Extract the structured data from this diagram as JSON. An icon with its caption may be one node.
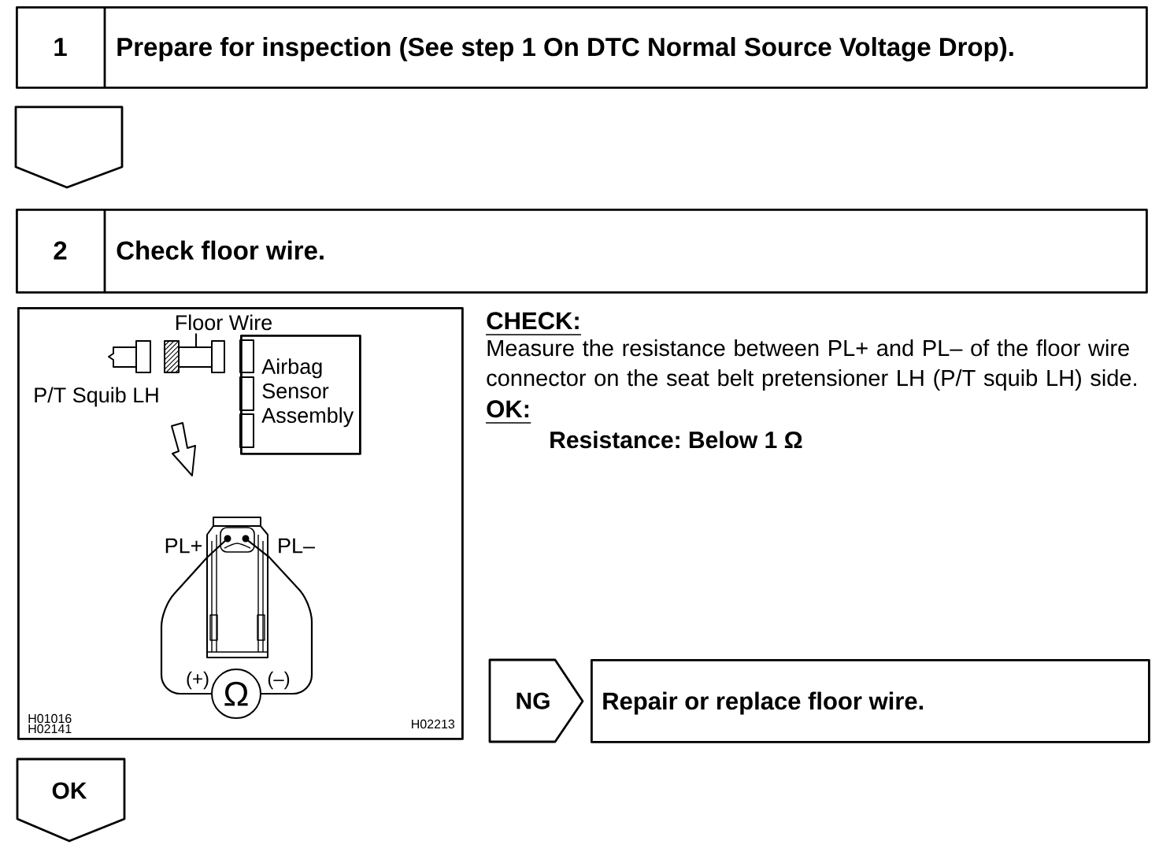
{
  "diagram": {
    "nodes": [
      {
        "text": [
          "1",
          "Prepare for inspection (See step 1 On DTC Normal Source Voltage Drop)."
        ]
      },
      {
        "text": [
          "2",
          "Check floor wire."
        ]
      },
      {
        "text": [],
        "shape": "box"
      },
      {
        "text": [
          "Floor Wire"
        ],
        "in": 2
      },
      {
        "text": [],
        "shape": "picture",
        "in": 2
      },
      {
        "text": [
          "Airbag Sensor Assembly"
        ],
        "in": 2
      },
      {
        "text": [],
        "shape": "picture",
        "in": 2,
        "beside": [
          "PL+",
          "PL–"
        ]
      },
      {
        "text": [
          "Ω"
        ],
        "in": 2,
        "beside": [
          "(+)",
          "(–)"
        ]
      },
      {
        "text": [
          "NG"
        ]
      },
      {
        "text": [
          "Repair or replace floor wire."
        ]
      },
      {
        "text": [
          "OK"
        ]
      }
    ],
    "edges": [
      {
        "from": 0,
        "to": 1,
        "arrow": "to"
      },
      {
        "from": 3,
        "to": 4,
        "arrow": "none"
      },
      {
        "from": 6,
        "to": 7,
        "arrow": "none"
      },
      {
        "from": 6,
        "to": 7,
        "arrow": "none"
      }
    ],
    "labels": [
      "P/T Squib LH",
      "H01016",
      "H02141",
      "H02213",
      "CHECK:",
      "Measure the resistance between PL+ and PL– of the floor wire connector on the seat belt pretensioner LH (P/T squib LH) side.",
      "OK:",
      "Resistance: Below 1 Ω"
    ]
  }
}
